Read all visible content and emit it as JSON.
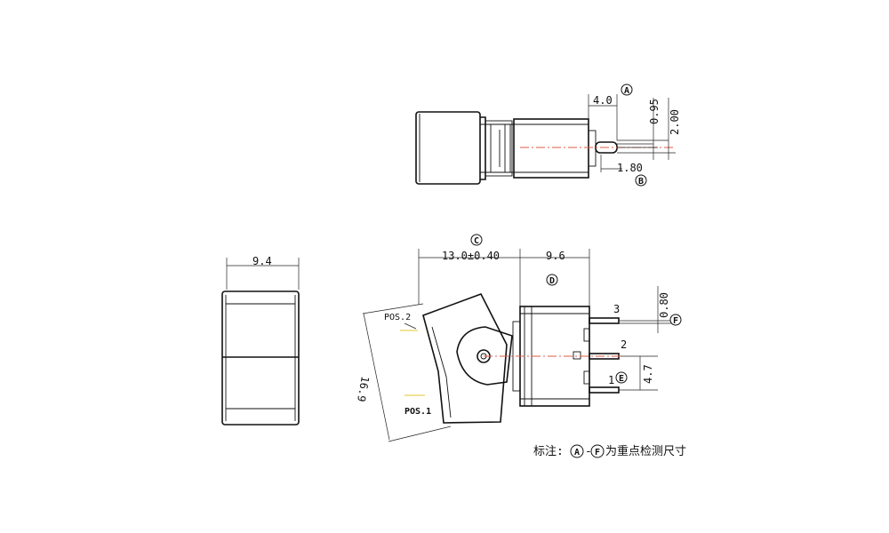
{
  "dimensions": {
    "top_4_0": "4.0",
    "top_0_95": "0.95",
    "top_2_00": "2.00",
    "top_1_80": "1.80",
    "front_width": "9.4",
    "side_13_0": "13.0±0.40",
    "side_9_6": "9.6",
    "side_16_9": "16.9",
    "side_0_80": "0.80",
    "side_4_7": "4.7"
  },
  "check_labels": {
    "a": "A",
    "b": "B",
    "c": "C",
    "d": "D",
    "e": "E",
    "f": "F"
  },
  "positions": {
    "pos2": "POS.2",
    "pos1": "POS.1"
  },
  "terminals": {
    "t3": "3",
    "t2": "2",
    "t1": "1"
  },
  "note": {
    "prefix": "标注:",
    "dash": "-",
    "suffix": "为重点检测尺寸",
    "start_label": "A",
    "end_label": "F"
  }
}
